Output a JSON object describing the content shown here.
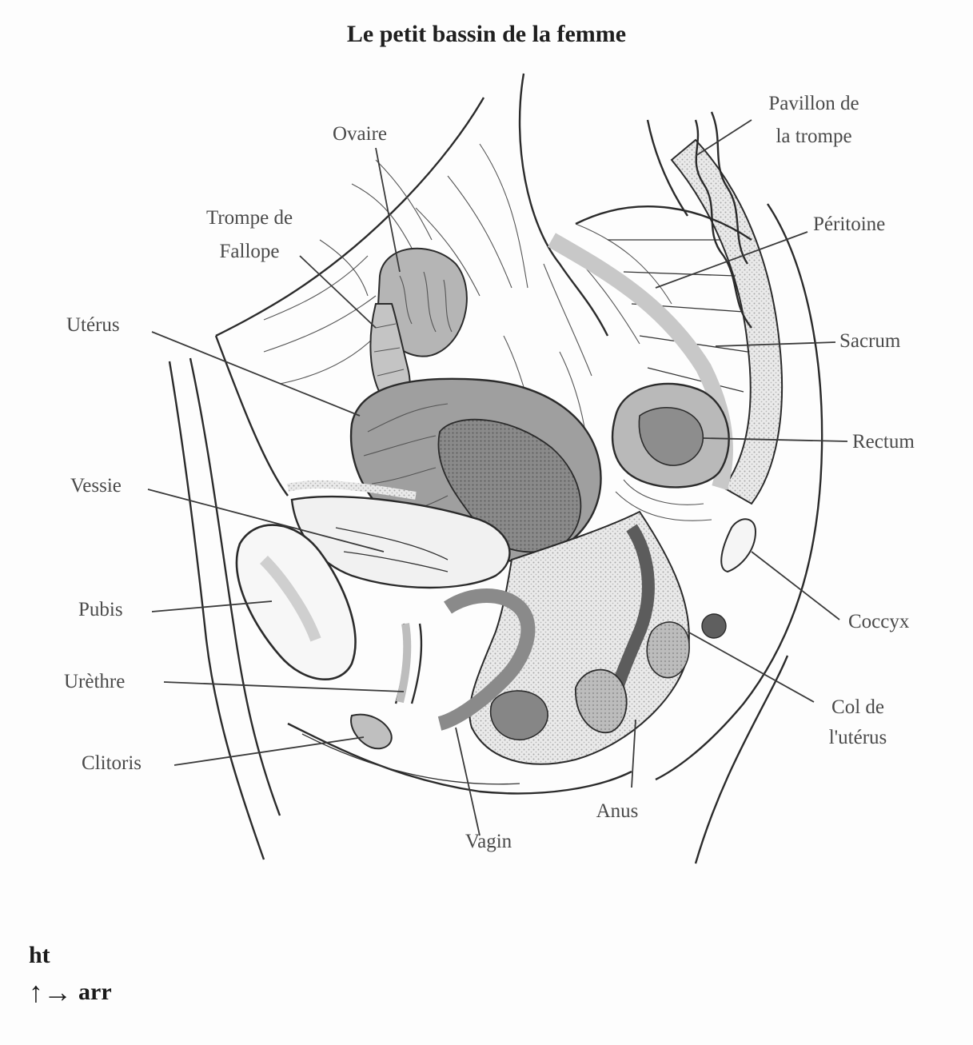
{
  "title": "Le petit bassin de la femme",
  "labels": {
    "pavillon_line1": "Pavillon de",
    "pavillon_line2": "la trompe",
    "ovaire": "Ovaire",
    "trompe_line1": "Trompe de",
    "trompe_line2": "Fallope",
    "peritoine": "Péritoine",
    "uterus": "Utérus",
    "sacrum": "Sacrum",
    "rectum": "Rectum",
    "vessie": "Vessie",
    "pubis": "Pubis",
    "coccyx": "Coccyx",
    "urethre": "Urèthre",
    "col_line1": "Col de",
    "col_line2": "l'utérus",
    "clitoris": "Clitoris",
    "anus": "Anus",
    "vagin": "Vagin"
  },
  "orientation": {
    "up_label": "ht",
    "arrows": "↑→",
    "right_label": "arr"
  },
  "colors": {
    "ink": "#2b2b2b",
    "organ_dark": "#6f6f6f",
    "organ_mid": "#a4a4a4",
    "organ_light": "#cfcfcf",
    "stipple": "#dcdcdc"
  }
}
